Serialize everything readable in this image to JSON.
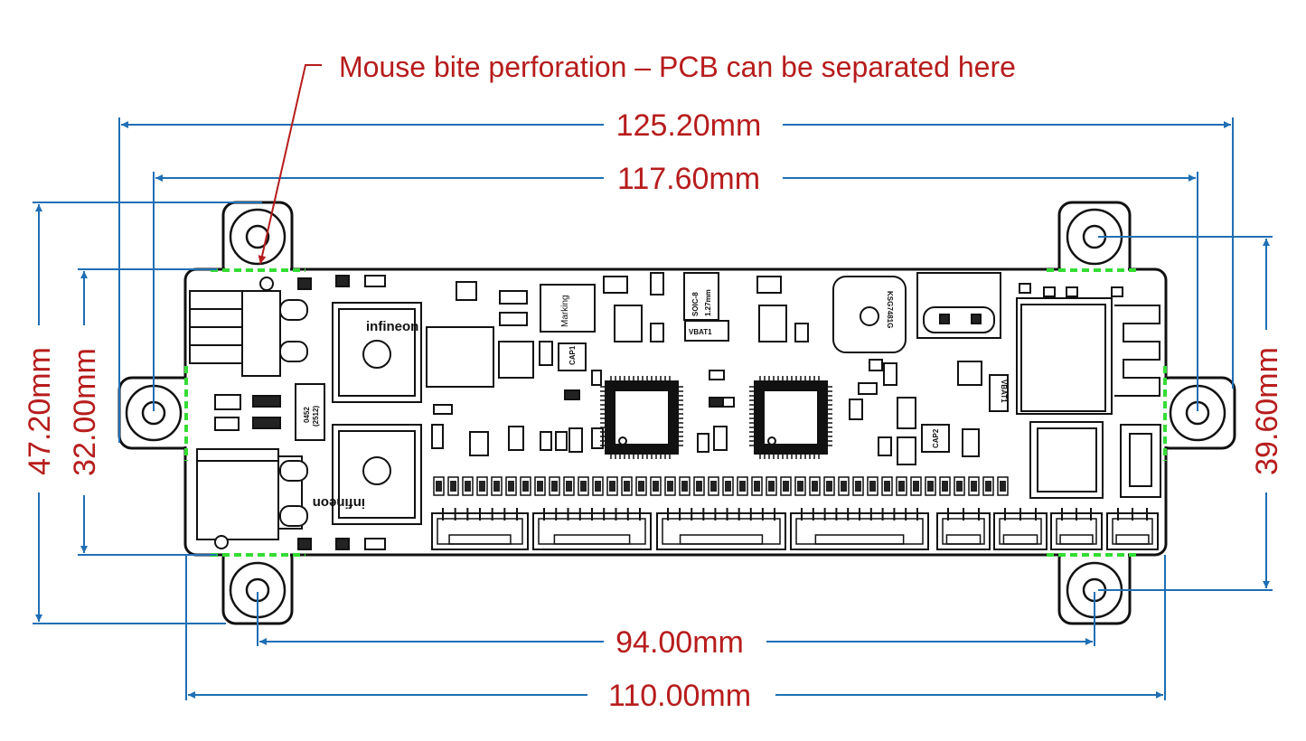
{
  "annotation": {
    "text": "Mouse bite perforation – PCB can be separated here"
  },
  "dimensions": {
    "overall_width_tabs": "125.20mm",
    "tab_hole_width": "117.60mm",
    "bottom_hole_spacing": "94.00mm",
    "board_width": "110.00mm",
    "overall_height": "47.20mm",
    "board_height": "32.00mm",
    "right_hole_height": "39.60mm"
  },
  "pcb_labels": {
    "infineon_top": "infineon",
    "infineon_bottom": "infineon",
    "marking": "Marking",
    "soic": "SOIC-8",
    "soic_pitch": "1.27mm",
    "part_0452": "0452",
    "part_2512": "(2512)",
    "part_ks": "KSG7481G",
    "vbat_left": "VBAT1",
    "vbat_right": "VBAT1",
    "cap_a": "CAP1",
    "cap_b": "CAP2"
  },
  "colors": {
    "dimension_line": "#1f6fb5",
    "dimension_text": "#b71c1c",
    "perforation": "#33dd33",
    "outline": "#111111"
  }
}
